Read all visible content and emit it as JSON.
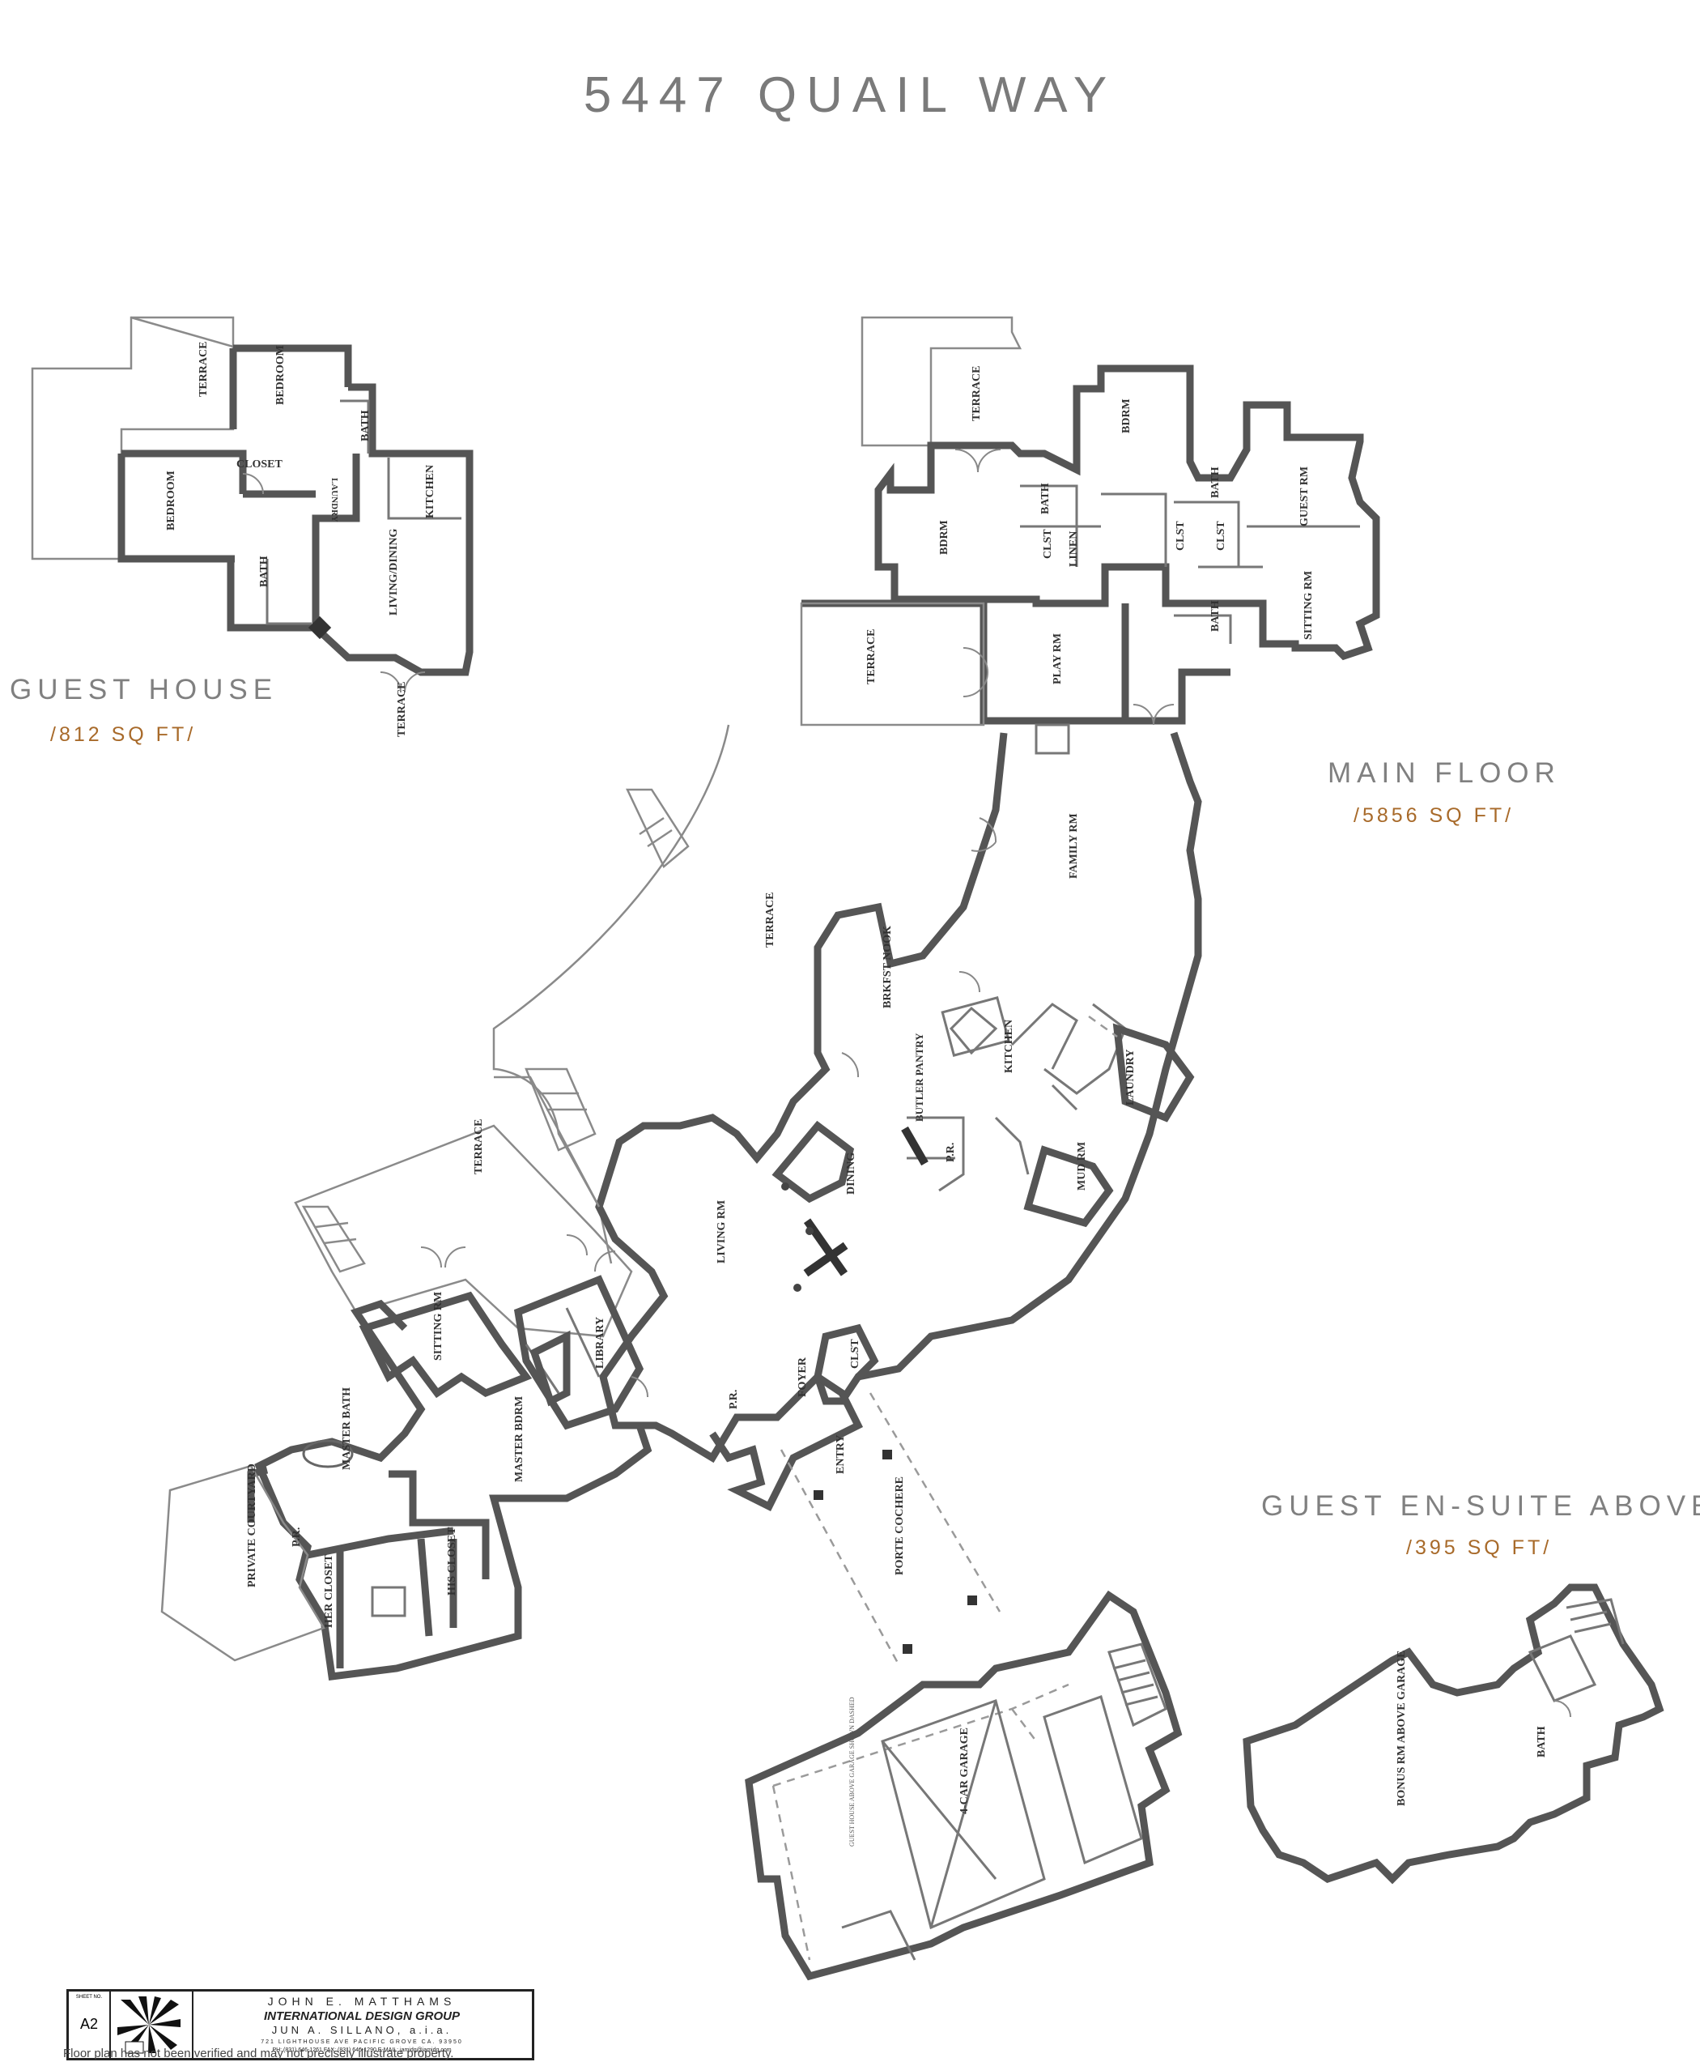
{
  "title": "5447 QUAIL WAY",
  "sections": {
    "guest_house": {
      "name": "GUEST HOUSE",
      "area": "/812 SQ FT/"
    },
    "main_floor": {
      "name": "MAIN FLOOR",
      "area": "/5856 SQ FT/"
    },
    "guest_en_suite": {
      "name": "GUEST EN-SUITE ABOVE",
      "area": "/395 SQ FT/"
    }
  },
  "rooms": {
    "gh_terrace_top": "TERRACE",
    "gh_bedroom_1": "BEDROOM",
    "gh_bedroom_2": "BEDROOM",
    "gh_bath_1": "BATH",
    "gh_bath_2": "BATH",
    "gh_closet": "CLOSET",
    "gh_laundry": "LAUNDRY",
    "gh_kitchen": "KITCHEN",
    "gh_living": "LIVING/DINING",
    "gh_terrace_bottom": "TERRACE",
    "mf_terrace_top": "TERRACE",
    "mf_bdrm_1": "BDRM",
    "mf_bdrm_2": "BDRM",
    "mf_bath_1": "BATH",
    "mf_bath_2": "BATH",
    "mf_bath_3": "BATH",
    "mf_clst_1": "CLST",
    "mf_clst_2": "CLST",
    "mf_clst_3": "CLST",
    "mf_linen": "LINEN",
    "mf_guest_rm": "GUEST RM",
    "mf_sitting_rm": "SITTING RM",
    "mf_terrace_mid": "TERRACE",
    "mf_play_rm": "PLAY RM",
    "mf_family_rm": "FAMILY RM",
    "mf_terrace_big": "TERRACE",
    "mf_brkfst": "BRKFST NOOK",
    "mf_kitchen": "KITCHEN",
    "mf_laundry": "LAUNDRY",
    "mf_butler": "BUTLER PANTRY",
    "mf_pr_1": "P.R.",
    "mf_mud": "MUD RM",
    "mf_dining": "DINING",
    "mf_living": "LIVING RM",
    "mf_terrace_left": "TERRACE",
    "mf_sitting": "SITTING RM",
    "mf_library": "LIBRARY",
    "mf_foyer": "FOYER",
    "mf_clst_foyer": "CLST",
    "mf_pr_2": "P.R.",
    "mf_entry": "ENTRY",
    "mf_porte": "PORTE COCHERE",
    "mf_master_bath": "MASTER BATH",
    "mf_master_bdrm": "MASTER BDRM",
    "mf_private_courtyard": "PRIVATE COURTYARD",
    "mf_pr_3": "P.R.",
    "mf_her_closet": "HER CLOSET",
    "mf_his_closet": "HIS CLOSET",
    "mf_garage": "4-CAR GARAGE",
    "mf_garage_note": "GUEST HOUSE ABOVE GARAGE SHOWN DASHED",
    "es_bonus": "BONUS RM ABOVE GARAGE",
    "es_bath": "BATH"
  },
  "title_block": {
    "sheet_label": "SHEET NO.",
    "sheet_no": "A2",
    "line1": "JOHN E. MATTHAMS",
    "line2": "INTERNATIONAL DESIGN GROUP",
    "line3": "JUN A. SILLANO, a.i.a.",
    "address": "721 LIGHTHOUSE AVE    PACIFIC GROVE CA. 93950",
    "contact": "PH: (831) 646-1261    FAX: (831) 646-1290    E-MAIL: jamidg@jamidg.com"
  },
  "disclaimer": "Floor plan has not been verified and may not precisely illustrate property."
}
